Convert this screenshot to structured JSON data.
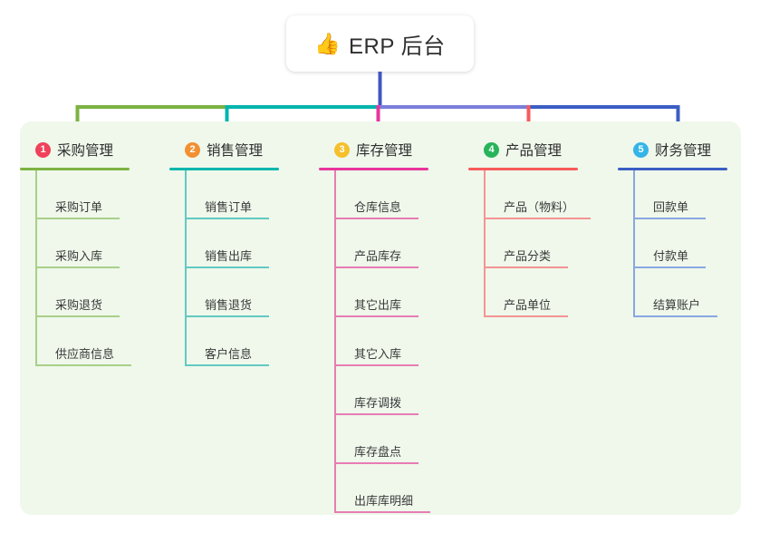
{
  "root": {
    "icon": "thumbs-up-icon",
    "icon_glyph": "👍",
    "title": "ERP 后台"
  },
  "theme": {
    "page_bg": "#ffffff",
    "panel_bg": "#eff8eb",
    "card_bg": "#ffffff",
    "text": "#3a3a3a",
    "root_stem": "#4156c0"
  },
  "branches": [
    {
      "number": "1",
      "badge_color": "#f0415a",
      "line_color": "#7cb342",
      "leaf_line_color": "#a9cf8a",
      "title": "采购管理",
      "head_rule_width": 121,
      "leaves": [
        {
          "label": "采购订单",
          "rule_width": 93
        },
        {
          "label": "采购入库",
          "rule_width": 93
        },
        {
          "label": "采购退货",
          "rule_width": 93
        },
        {
          "label": "供应商信息",
          "rule_width": 106
        }
      ]
    },
    {
      "number": "2",
      "badge_color": "#f29032",
      "line_color": "#00b5ad",
      "leaf_line_color": "#62c9c3",
      "title": "销售管理",
      "head_rule_width": 121,
      "leaves": [
        {
          "label": "销售订单",
          "rule_width": 93
        },
        {
          "label": "销售出库",
          "rule_width": 93
        },
        {
          "label": "销售退货",
          "rule_width": 93
        },
        {
          "label": "客户信息",
          "rule_width": 93
        }
      ]
    },
    {
      "number": "3",
      "badge_color": "#f5c02b",
      "line_color": "#e8359c",
      "leaf_line_color": "#e87cb4",
      "title": "库存管理",
      "head_rule_width": 121,
      "leaves": [
        {
          "label": "仓库信息",
          "rule_width": 93
        },
        {
          "label": "产品库存",
          "rule_width": 93
        },
        {
          "label": "其它出库",
          "rule_width": 93
        },
        {
          "label": "其它入库",
          "rule_width": 93
        },
        {
          "label": "库存调拨",
          "rule_width": 93
        },
        {
          "label": "库存盘点",
          "rule_width": 93
        },
        {
          "label": "出库库明细",
          "rule_width": 106
        }
      ]
    },
    {
      "number": "4",
      "badge_color": "#28b45a",
      "line_color": "#f75b5b",
      "leaf_line_color": "#f59494",
      "title": "产品管理",
      "head_rule_width": 121,
      "leaves": [
        {
          "label": "产品（物料）",
          "rule_width": 118
        },
        {
          "label": "产品分类",
          "rule_width": 93
        },
        {
          "label": "产品单位",
          "rule_width": 93
        }
      ]
    },
    {
      "number": "5",
      "badge_color": "#34b5e8",
      "line_color": "#3b5ec4",
      "leaf_line_color": "#89a7e0",
      "title": "财务管理",
      "head_rule_width": 121,
      "leaves": [
        {
          "label": "回款单",
          "rule_width": 80
        },
        {
          "label": "付款单",
          "rule_width": 80
        },
        {
          "label": "结算账户",
          "rule_width": 93
        }
      ]
    }
  ]
}
